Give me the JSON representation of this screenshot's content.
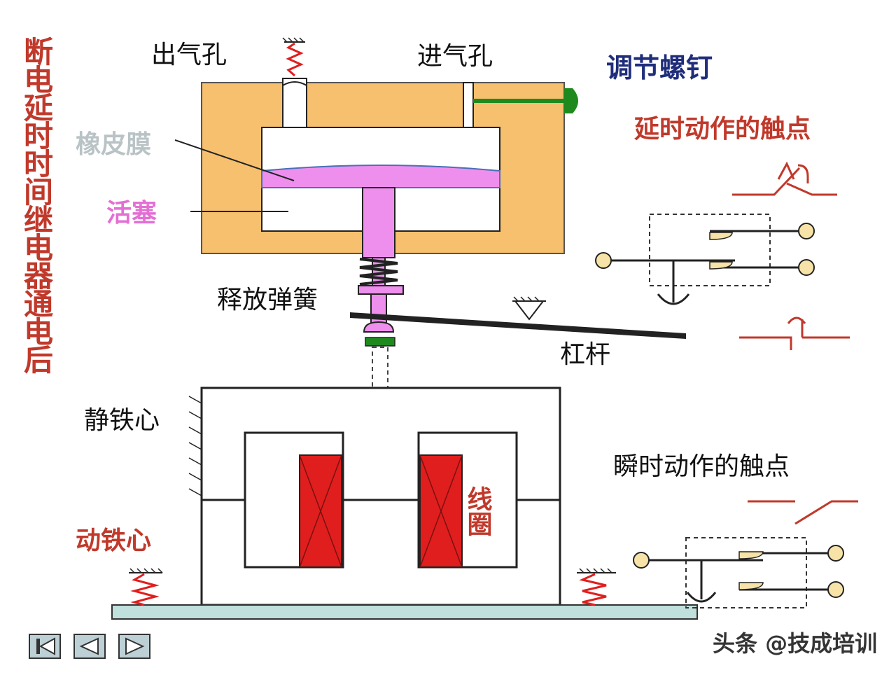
{
  "title": "断电延时时间继电器通电后",
  "labels": {
    "exhaust_hole": "出气孔",
    "intake_hole": "进气孔",
    "adjust_screw": "调节螺钉",
    "rubber_membrane": "橡皮膜",
    "piston": "活塞",
    "release_spring": "释放弹簧",
    "lever": "杠杆",
    "static_core": "静铁心",
    "moving_core": "动铁心",
    "coil": "线圈",
    "delayed_contacts": "延时动作的触点",
    "instant_contacts": "瞬时动作的触点"
  },
  "watermark": "头条 @技成培训",
  "colors": {
    "title": "#c0392b",
    "label_dark": "#111111",
    "label_navy": "#1f2d7a",
    "label_red": "#c0392b",
    "label_pink": "#e36fd4",
    "label_silver": "#b9c3c6",
    "chamber": "#f7c06e",
    "piston": "#ee8fee",
    "coil": "#e01e1e",
    "screw": "#1e8a1e",
    "contact": "#f7e3a8",
    "base": "#bfe0dc"
  },
  "nav": {
    "first": "first-page-icon",
    "prev": "previous-icon",
    "next": "next-icon"
  }
}
